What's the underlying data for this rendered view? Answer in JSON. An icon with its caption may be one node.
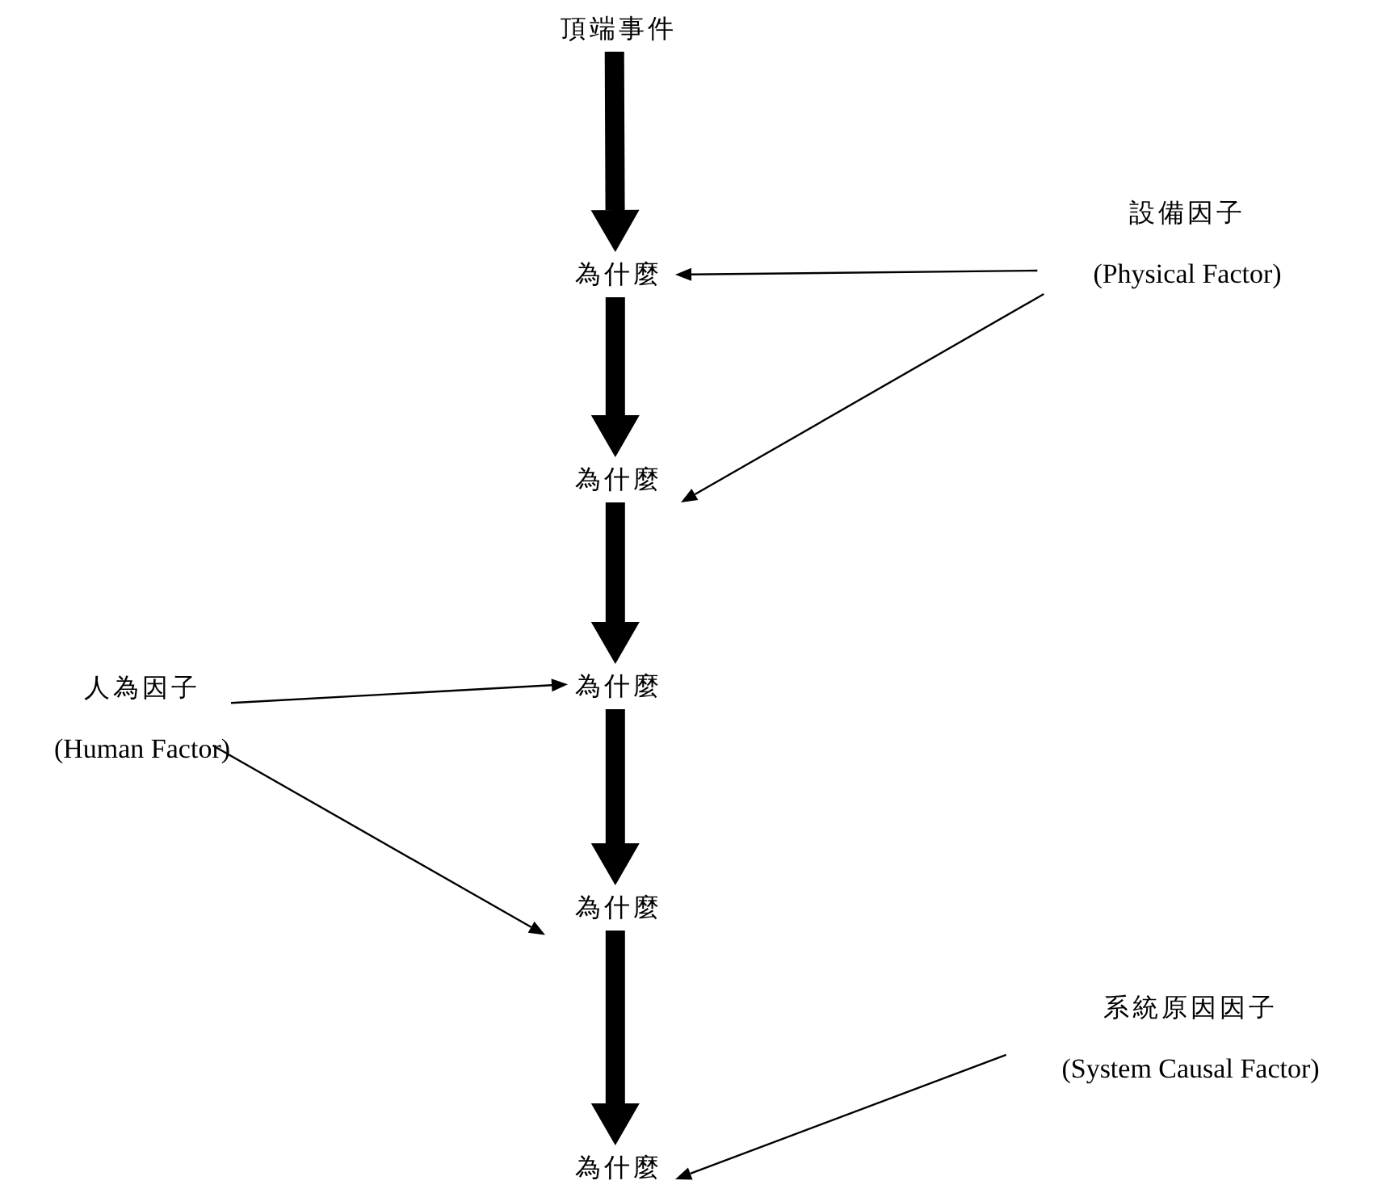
{
  "diagram": {
    "nodes": [
      {
        "text": [
          "頂端事件"
        ]
      },
      {
        "text": [
          "為什麼"
        ]
      },
      {
        "text": [
          "為什麼"
        ]
      },
      {
        "text": [
          "為什麼"
        ]
      },
      {
        "text": [
          "為什麼"
        ]
      },
      {
        "text": [
          "為什麼"
        ]
      },
      {
        "text": [
          "設備因子",
          "(Physical Factor)"
        ]
      },
      {
        "text": [
          "人為因子",
          "(Human Factor)"
        ]
      },
      {
        "text": [
          "系統原因因子",
          "(System Causal Factor)"
        ]
      }
    ],
    "edges": [
      {
        "from": 0,
        "to": 1,
        "arrow": "to",
        "style": "thick"
      },
      {
        "from": 1,
        "to": 2,
        "arrow": "to",
        "style": "thick"
      },
      {
        "from": 2,
        "to": 3,
        "arrow": "to",
        "style": "thick"
      },
      {
        "from": 3,
        "to": 4,
        "arrow": "to",
        "style": "thick"
      },
      {
        "from": 4,
        "to": 5,
        "arrow": "to",
        "style": "thick"
      },
      {
        "from": 6,
        "to": 1,
        "arrow": "to"
      },
      {
        "from": 6,
        "to": 2,
        "arrow": "to"
      },
      {
        "from": 7,
        "to": 3,
        "arrow": "to"
      },
      {
        "from": 7,
        "to": 4,
        "arrow": "to"
      },
      {
        "from": 8,
        "to": 5,
        "arrow": "to"
      }
    ]
  }
}
